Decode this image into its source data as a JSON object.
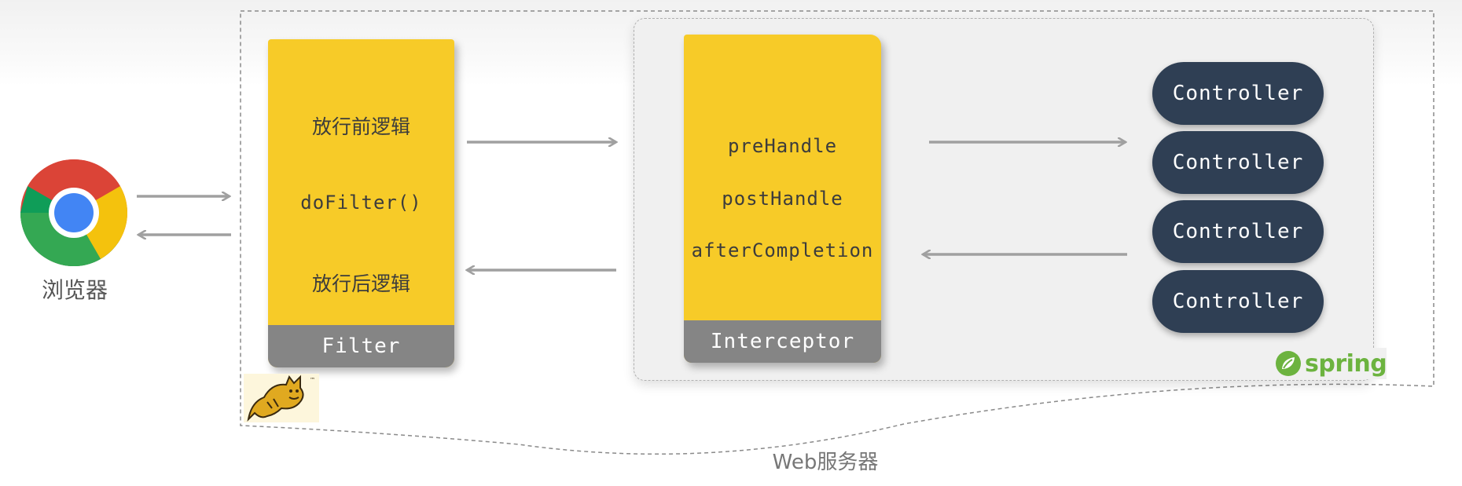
{
  "browser": {
    "label": "浏览器"
  },
  "filter": {
    "before": "放行前逻辑",
    "call": "doFilter()",
    "after": "放行后逻辑",
    "title": "Filter"
  },
  "interceptor": {
    "methods": [
      "preHandle",
      "postHandle",
      "afterCompletion"
    ],
    "title": "Interceptor"
  },
  "controllers": [
    "Controller",
    "Controller",
    "Controller",
    "Controller"
  ],
  "spring": {
    "logo_text": "spring"
  },
  "server": {
    "label": "Web服务器"
  },
  "colors": {
    "yellow": "#f7cb28",
    "gray_footer": "#858585",
    "controller_bg": "#2f3f54",
    "arrow": "#a0a0a0",
    "spring_green": "#6cb33f"
  }
}
